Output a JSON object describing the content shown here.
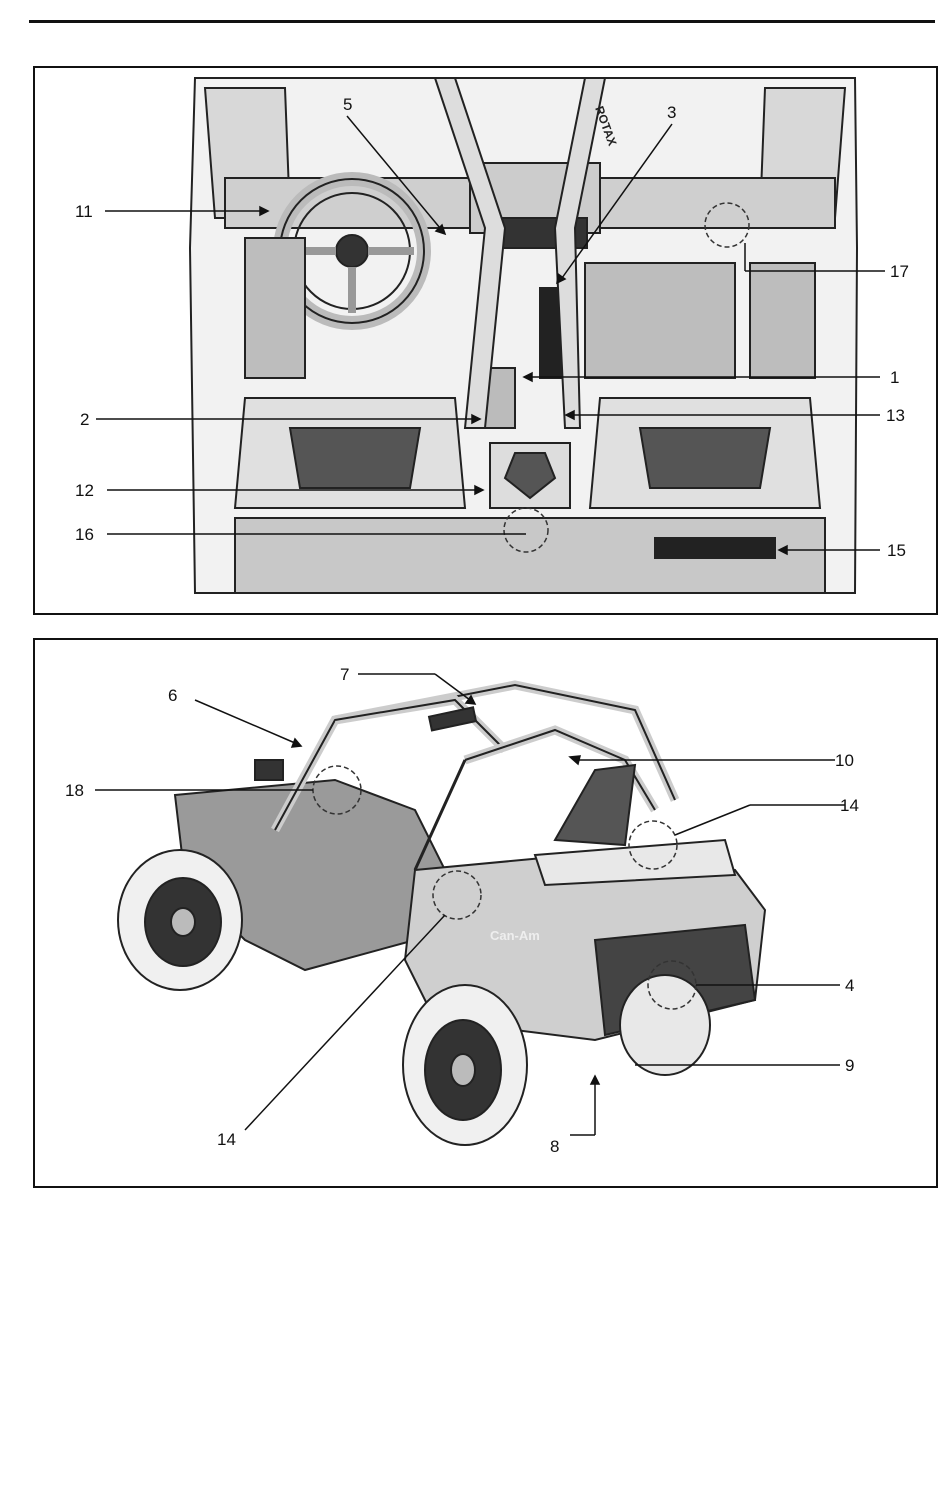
{
  "figure_top": {
    "callouts": {
      "c1": "1",
      "c2": "2",
      "c3": "3",
      "c5": "5",
      "c11": "11",
      "c12": "12",
      "c13": "13",
      "c15": "15",
      "c16": "16",
      "c17": "17"
    },
    "logo_text": "ROTAX"
  },
  "figure_bottom": {
    "callouts": {
      "c4": "4",
      "c6": "6",
      "c7": "7",
      "c8": "8",
      "c9": "9",
      "c10": "10",
      "c14a": "14",
      "c14b": "14",
      "c18": "18"
    },
    "logo_text": "Can-Am"
  }
}
